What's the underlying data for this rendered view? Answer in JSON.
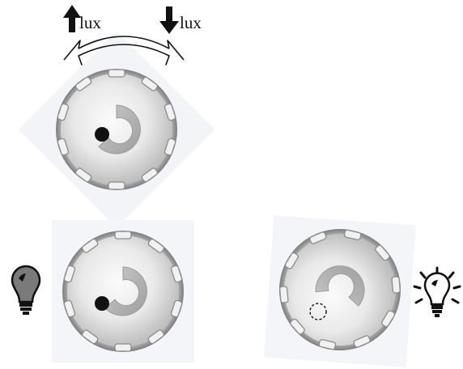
{
  "labels": {
    "up_lux": "lux",
    "down_lux": "lux"
  },
  "icons": {
    "up_arrow": "bold-up-arrow-icon",
    "down_arrow": "bold-down-arrow-icon",
    "rotate_arrow": "double-headed-curved-arrow-icon",
    "bulb_dim": "dim-lightbulb-icon",
    "bulb_bright": "bright-lightbulb-icon"
  },
  "knobs": [
    {
      "id": "knob-top",
      "indicator": "filled"
    },
    {
      "id": "knob-bottom-left",
      "indicator": "filled"
    },
    {
      "id": "knob-bottom-right",
      "indicator": "dashed-empty"
    }
  ],
  "colors": {
    "ink": "#111111",
    "knob_rim": "#9a9a9a",
    "knob_face": "#e6e6e6",
    "groove": "#bdbdbd"
  }
}
